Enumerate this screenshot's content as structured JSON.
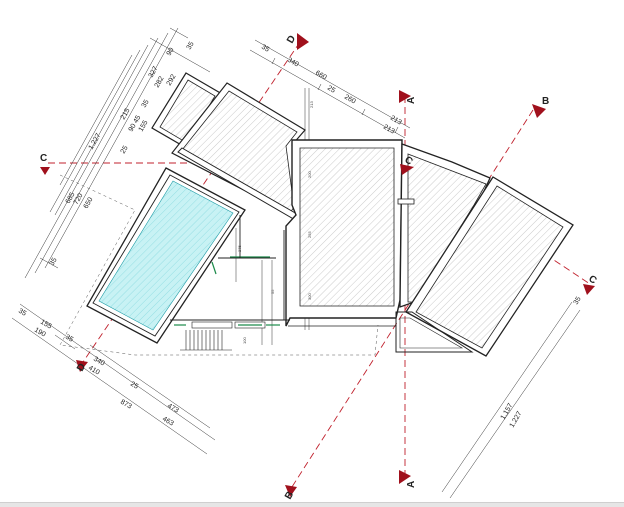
{
  "sections": {
    "D_top": "D",
    "D_bottom": "D",
    "A_top": "A",
    "A_bottom": "A",
    "B_top": "B",
    "B_bottom": "B",
    "C_left": "C",
    "C_right": "C",
    "C_mid": "C"
  },
  "colors": {
    "section_marker": "#a0101c",
    "section_line": "#c0202c",
    "wall": "#222222",
    "hatch": "#9a9a9a",
    "pool_fill": "#c8f2f4",
    "pool_hatch": "#7fd6dc",
    "green": "#1c8a4a"
  },
  "dims": {
    "top_35": "35",
    "top_340": "340",
    "top_660": "660",
    "top_25": "25",
    "top_260": "260",
    "top_213a": "213",
    "top_213b": "213",
    "left_90": "90",
    "left_35": "35",
    "left_327": "327",
    "left_282": "282",
    "left_292": "292",
    "left_215": "215",
    "left_1227": "1.227",
    "left_9045": "90 45",
    "left_35b": "35",
    "left_155": "155",
    "left_25": "25",
    "left_685": "685",
    "left_720": "720",
    "left_650": "650",
    "left_35c": "35",
    "bl_35": "35",
    "bl_155": "155",
    "bl_35b": "35",
    "bl_190": "190",
    "bl_340": "340",
    "bl_410": "410",
    "bl_25": "25",
    "bl_473": "473",
    "bl_873": "873",
    "bl_463": "463",
    "right_35": "35",
    "right_1157": "1.157",
    "right_1227": "1.227",
    "int_213": "213",
    "int_200": "200",
    "int_300": "300",
    "int_255": "255",
    "int_275": "275",
    "int_100": "100",
    "int_55": "55"
  }
}
